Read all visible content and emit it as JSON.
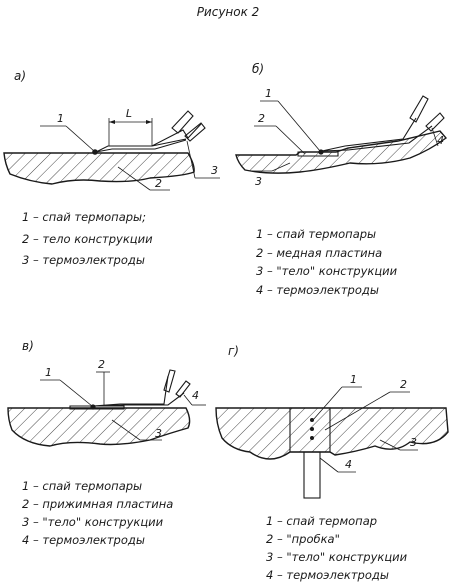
{
  "title": "Рисунок 2",
  "panels": [
    {
      "label": "а)",
      "dimension": "L",
      "callouts": [
        "1",
        "2",
        "3"
      ],
      "legend": [
        "1 – спай термопары;",
        "2 – тело конструкции",
        "3 – термоэлектроды"
      ]
    },
    {
      "label": "б)",
      "callouts": [
        "1",
        "2",
        "3",
        "4"
      ],
      "legend": [
        "1 – спай термопары",
        "2 – медная пластина",
        "3 – \"тело\" конструкции",
        "4 – термоэлектроды"
      ]
    },
    {
      "label": "в)",
      "callouts": [
        "1",
        "2",
        "3",
        "4"
      ],
      "legend": [
        "1 – спай термопары",
        "2 – прижимная пластина",
        "3 – \"тело\" конструкции",
        "4 – термоэлектроды"
      ]
    },
    {
      "label": "г)",
      "callouts": [
        "1",
        "2",
        "3",
        "4"
      ],
      "legend": [
        "1 – спай термопар",
        "2 – \"пробка\"",
        "3 – \"тело\" конструкции",
        "4 – термоэлектроды"
      ]
    }
  ],
  "colors": {
    "ink": "#1a1a1a",
    "background": "#ffffff"
  }
}
